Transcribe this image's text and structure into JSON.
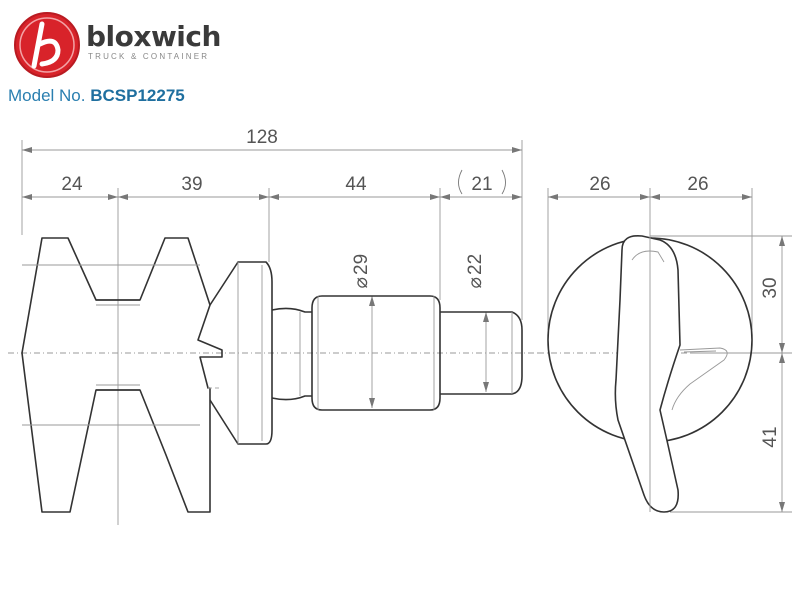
{
  "brand": {
    "name": "bloxwich",
    "tagline": "TRUCK & CONTAINER",
    "logo_color": "#d8232a"
  },
  "model": {
    "label": "Model No.",
    "number": "BCSP12275"
  },
  "dimensions": {
    "overall_length": "128",
    "seg1": "24",
    "seg2": "39",
    "seg3": "44",
    "seg4": "21",
    "dia_body": "29",
    "dia_tip": "22",
    "end_half_left": "26",
    "end_half_right": "26",
    "end_upper": "30",
    "end_lower": "41",
    "diameter_symbol": "⌀"
  }
}
